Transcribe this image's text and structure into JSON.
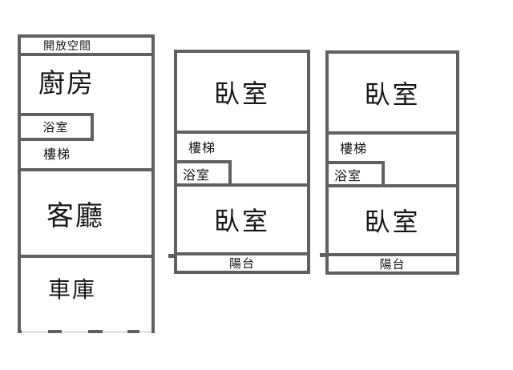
{
  "colors": {
    "wall": "#606060",
    "text": "#161616",
    "dash_line": "#b9b9b9"
  },
  "unit_left": {
    "open_space": "開放空間",
    "kitchen": "廚房",
    "bathroom": "浴室",
    "stairs": "樓梯",
    "living_room": "客廳",
    "garage": "車庫"
  },
  "unit_middle": {
    "bedroom_top": "臥室",
    "stairs": "樓梯",
    "bathroom": "浴室",
    "bedroom_bottom": "臥室",
    "balcony": "陽台"
  },
  "unit_right": {
    "bedroom_top": "臥室",
    "stairs": "樓梯",
    "bathroom": "浴室",
    "bedroom_bottom": "臥室",
    "balcony": "陽台"
  }
}
